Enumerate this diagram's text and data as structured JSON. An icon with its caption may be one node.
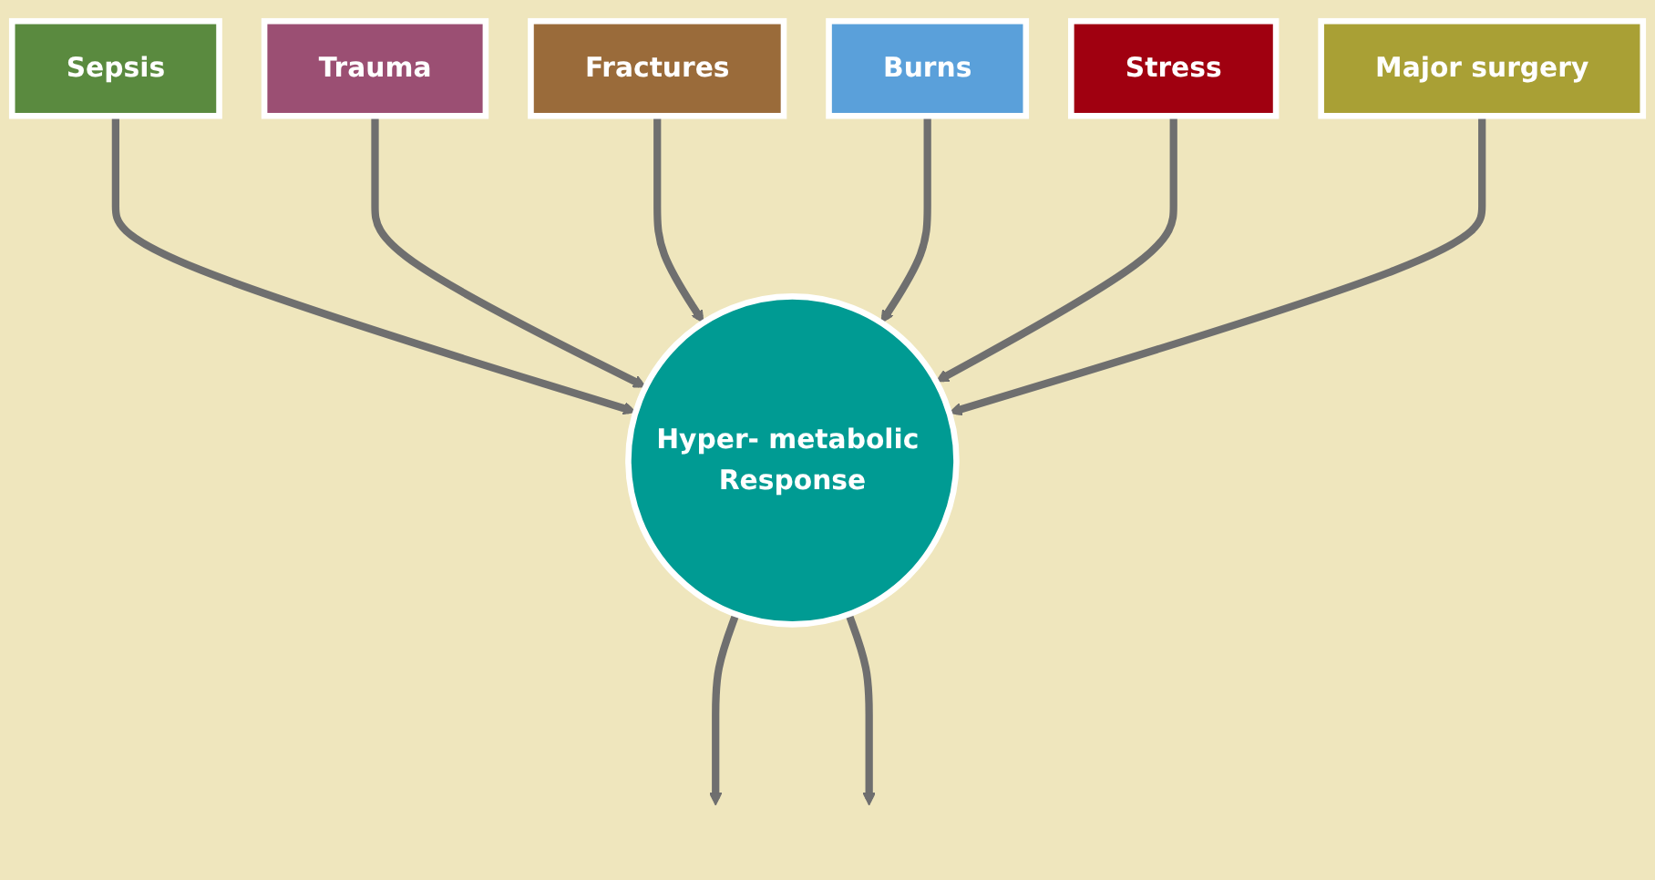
{
  "diagram": {
    "nodes": [
      {
        "text": [
          "Sepsis"
        ]
      },
      {
        "text": [
          "Trauma"
        ]
      },
      {
        "text": [
          "Fractures"
        ]
      },
      {
        "text": [
          "Hyper- metabolic Response"
        ]
      },
      {
        "text": [
          "Burns"
        ]
      },
      {
        "text": [
          "Stress"
        ]
      },
      {
        "text": [
          "Major surgery"
        ]
      }
    ],
    "edges": [
      {
        "from": 0,
        "to": 3,
        "arrow": "to"
      },
      {
        "from": 1,
        "to": 3,
        "arrow": "to"
      },
      {
        "from": 2,
        "to": 3,
        "arrow": "to"
      },
      {
        "from": 4,
        "to": 3,
        "arrow": "to"
      },
      {
        "from": 5,
        "to": 3,
        "arrow": "to"
      },
      {
        "from": 6,
        "to": 3,
        "arrow": "to"
      },
      {
        "from": 3,
        "to": null,
        "arrow": "to"
      },
      {
        "from": 3,
        "to": null,
        "arrow": "to"
      }
    ]
  }
}
